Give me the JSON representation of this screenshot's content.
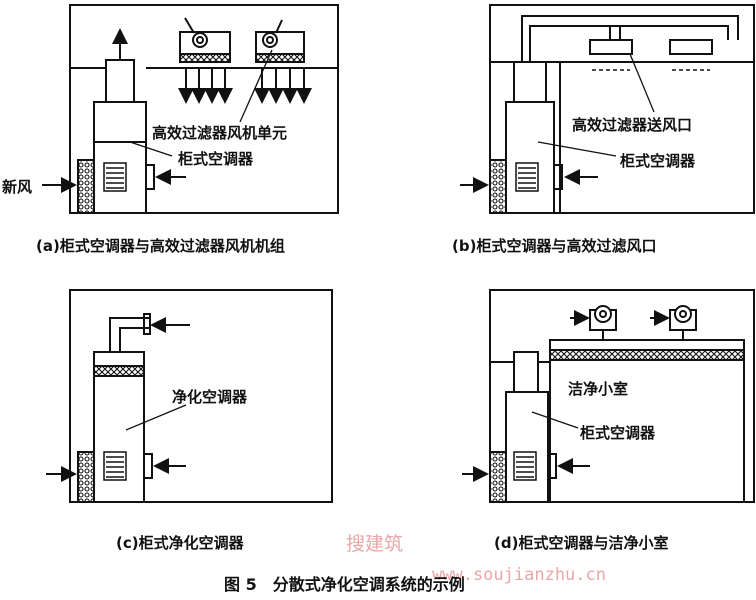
{
  "panels": {
    "a": {
      "caption": "(a)柜式空调器与高效过滤器风机机组",
      "label_fan_unit": "高效过滤器风机单元",
      "label_cabinet": "柜式空调器",
      "label_fresh_air": "新风"
    },
    "b": {
      "caption": "(b)柜式空调器与高效过滤风口",
      "label_outlet": "高效过滤器送风口",
      "label_cabinet": "柜式空调器"
    },
    "c": {
      "caption": "(c)柜式净化空调器",
      "label_purifier": "净化空调器"
    },
    "d": {
      "caption": "(d)柜式空调器与洁净小室",
      "label_clean_room": "洁净小室",
      "label_cabinet": "柜式空调器"
    }
  },
  "figure_title": "图 5　分散式净化空调系统的示例",
  "watermark": {
    "cn": "搜建筑",
    "url": "www.soujianzhu.cn"
  }
}
